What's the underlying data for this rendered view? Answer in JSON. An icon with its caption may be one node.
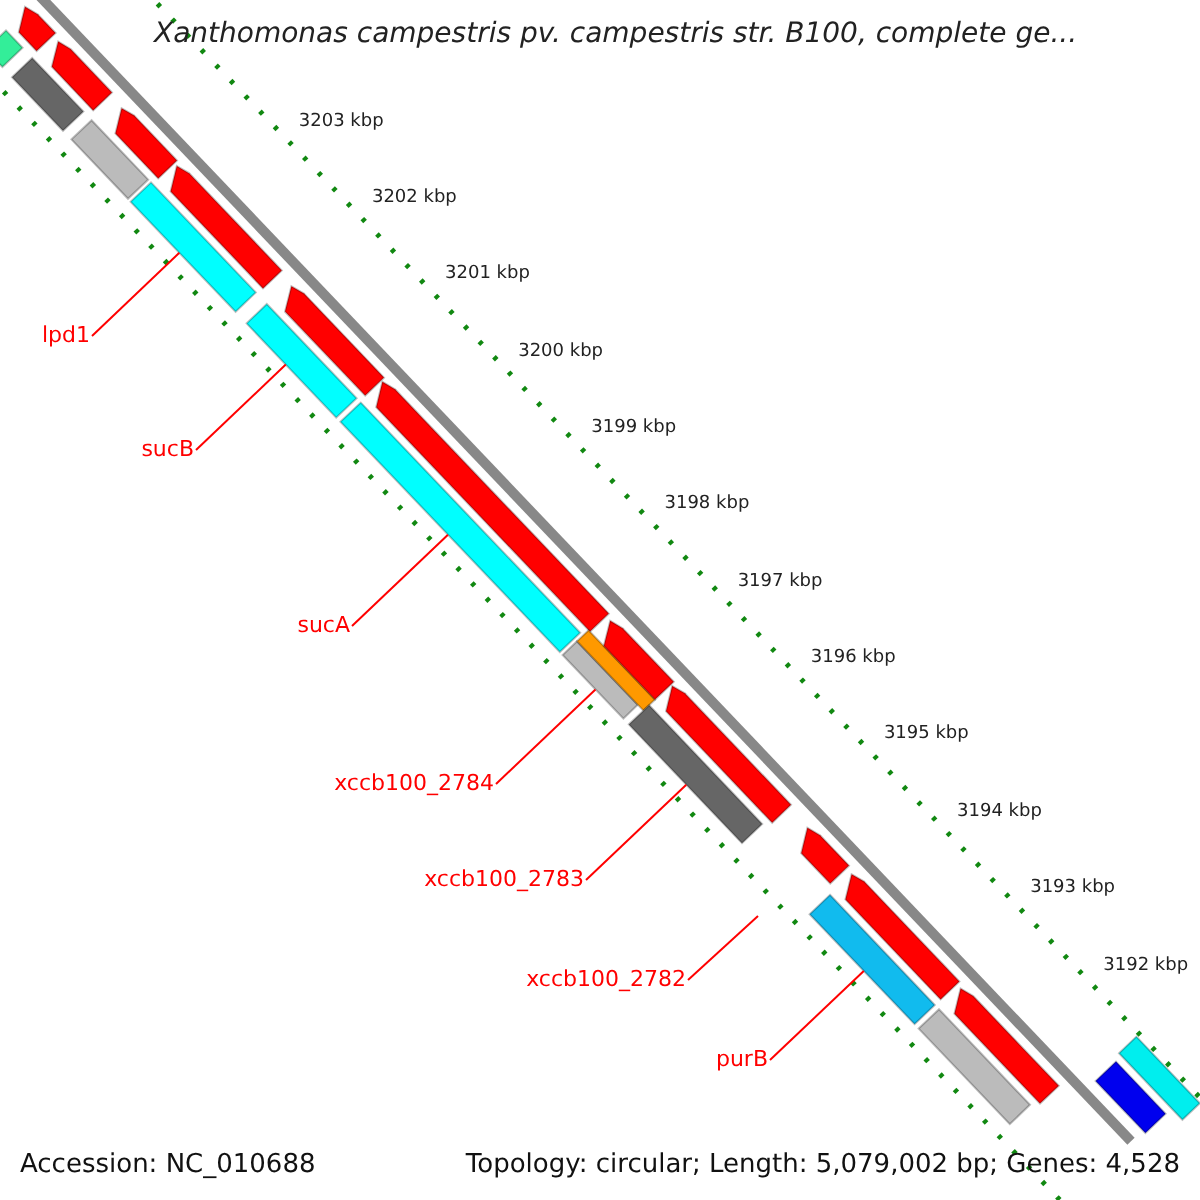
{
  "diagram": {
    "title": "Xanthomonas campestris pv. campestris str. B100, complete ge...",
    "nodes": [
      {
        "text": [
          "lpd1"
        ]
      },
      {
        "text": [
          "sucB"
        ]
      },
      {
        "text": [
          "sucA"
        ]
      },
      {
        "text": [
          "xccb100_2784"
        ]
      },
      {
        "text": [
          "xccb100_2783"
        ]
      },
      {
        "text": [
          "xccb100_2782"
        ]
      },
      {
        "text": [
          "purB"
        ]
      },
      {
        "text": [],
        "shape": "bar"
      },
      {
        "text": [],
        "shape": "pentagon"
      },
      {
        "text": [],
        "shape": "bar"
      },
      {
        "text": [],
        "shape": "pentagon"
      },
      {
        "text": [],
        "shape": "bar"
      },
      {
        "text": [],
        "shape": "pentagon"
      },
      {
        "text": [],
        "shape": "bar"
      },
      {
        "text": [],
        "shape": "pentagon"
      },
      {
        "text": [],
        "shape": "bar"
      },
      {
        "text": [],
        "shape": "pentagon"
      },
      {
        "text": [],
        "shape": "bar"
      },
      {
        "text": [],
        "shape": "pentagon"
      },
      {
        "text": [],
        "shape": "bar"
      },
      {
        "text": [],
        "shape": "bar"
      },
      {
        "text": [],
        "shape": "pentagon"
      },
      {
        "text": [],
        "shape": "bar"
      },
      {
        "text": [],
        "shape": "pentagon"
      },
      {
        "text": [],
        "shape": "pentagon"
      },
      {
        "text": [],
        "shape": "bar"
      },
      {
        "text": [],
        "shape": "pentagon"
      },
      {
        "text": [],
        "shape": "pentagon"
      },
      {
        "text": [],
        "shape": "bar"
      },
      {
        "text": [],
        "shape": "bar"
      },
      {
        "text": [],
        "shape": "bar"
      }
    ],
    "edges": [
      {
        "from": 0,
        "to": 13,
        "arrow": "none"
      },
      {
        "from": 1,
        "to": 15,
        "arrow": "none"
      },
      {
        "from": 2,
        "to": 17,
        "arrow": "none"
      },
      {
        "from": 3,
        "to": 19,
        "arrow": "none"
      },
      {
        "from": 4,
        "to": 22,
        "arrow": "none"
      },
      {
        "from": 5,
        "to": null,
        "arrow": "none"
      },
      {
        "from": 6,
        "to": 25,
        "arrow": "none"
      }
    ],
    "labels": [
      "3203 kbp",
      "3202 kbp",
      "3201 kbp",
      "3200 kbp",
      "3199 kbp",
      "3198 kbp",
      "3197 kbp",
      "3196 kbp",
      "3195 kbp",
      "3194 kbp",
      "3193 kbp",
      "3192 kbp",
      "Accession: NC_010688",
      "Topology: circular; Length: 5,079,002 bp; Genes: 4,528"
    ]
  }
}
